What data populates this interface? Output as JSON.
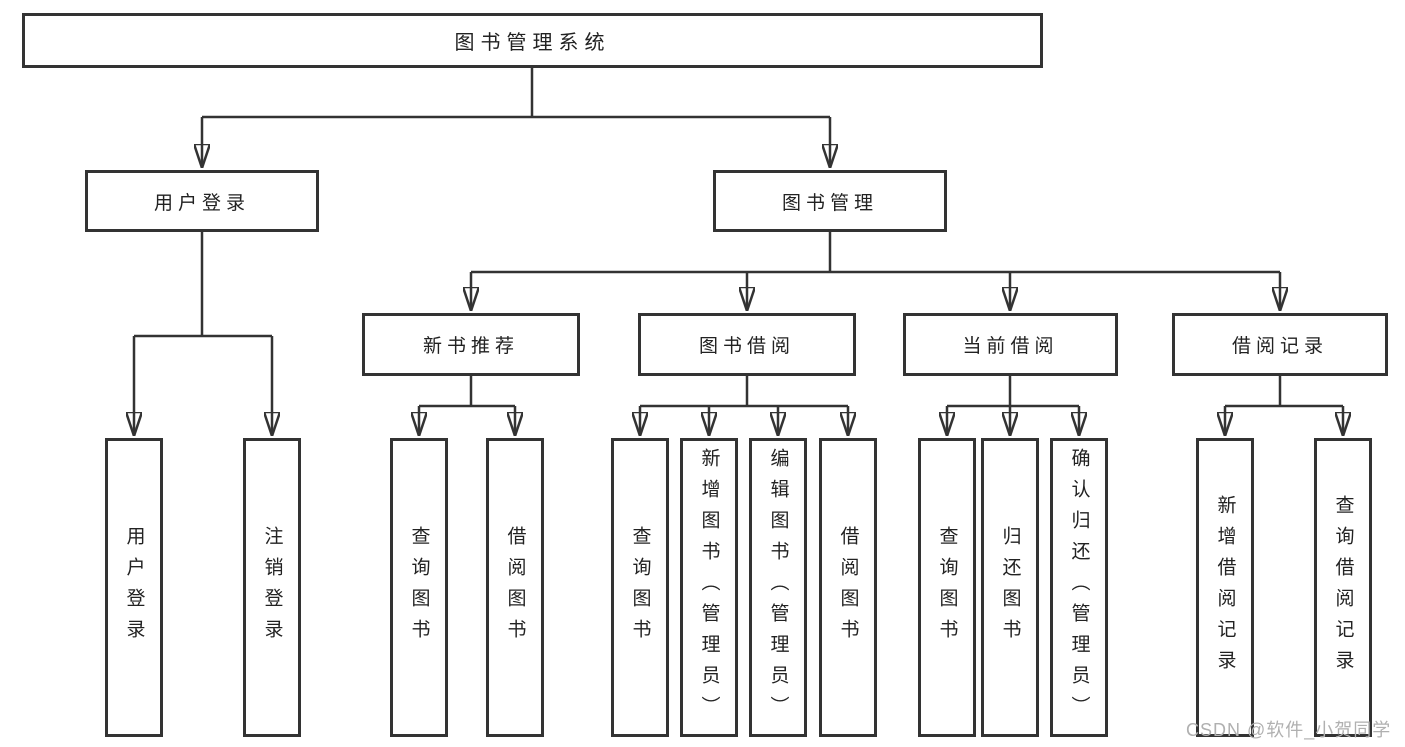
{
  "diagram": {
    "title": "图书管理系统",
    "level2": [
      {
        "label": "用户登录",
        "children": [
          "用户登录",
          "注销登录"
        ]
      },
      {
        "label": "图书管理"
      }
    ],
    "modules": [
      {
        "label": "新书推荐",
        "children": [
          "查询图书",
          "借阅图书"
        ]
      },
      {
        "label": "图书借阅",
        "children": [
          "查询图书",
          "新增图书（管理员）",
          "编辑图书（管理员）",
          "借阅图书"
        ]
      },
      {
        "label": "当前借阅",
        "children": [
          "查询图书",
          "归还图书",
          "确认归还（管理员）"
        ]
      },
      {
        "label": "借阅记录",
        "children": [
          "新增借阅记录",
          "查询借阅记录"
        ]
      }
    ]
  },
  "watermark": {
    "text": "CSDN @软件_小贺同学"
  },
  "colors": {
    "line": "#333333",
    "border": "#333333",
    "text": "#222222",
    "watermark": "#b0b0b0",
    "background": "#ffffff"
  }
}
